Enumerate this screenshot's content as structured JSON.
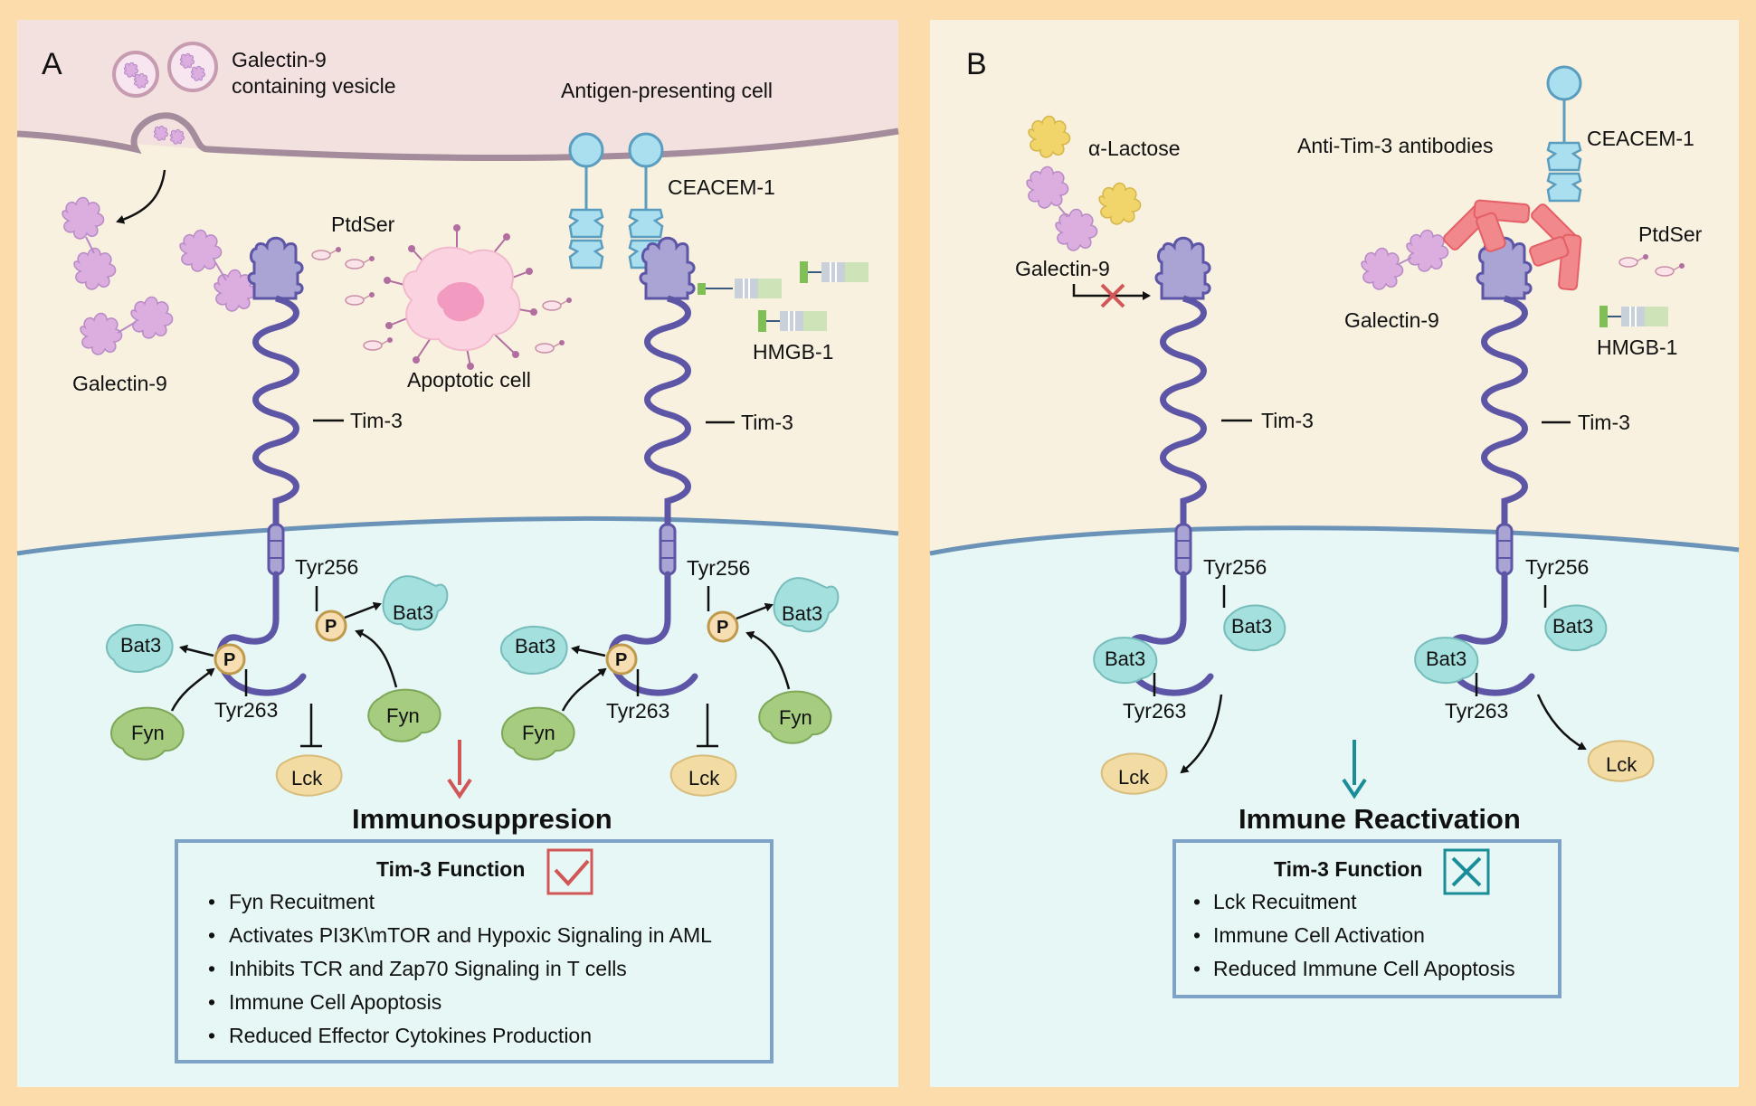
{
  "panel_a": {
    "letter": "A",
    "vesicle_label_1": "Galectin-9",
    "vesicle_label_2": "containing vesicle",
    "apc_label": "Antigen-presenting cell",
    "galectin9": "Galectin-9",
    "ptdser": "PtdSer",
    "apoptotic_cell": "Apoptotic cell",
    "ceacem1": "CEACEM-1",
    "hmgb1": "HMGB-1",
    "tim3_left": "Tim-3",
    "tim3_right": "Tim-3",
    "tyr256_left": "Tyr256",
    "tyr256_right": "Tyr256",
    "tyr263_left": "Tyr263",
    "tyr263_right": "Tyr263",
    "bat3_l1": "Bat3",
    "bat3_l2": "Bat3",
    "bat3_r1": "Bat3",
    "bat3_r2": "Bat3",
    "fyn_l1": "Fyn",
    "fyn_l2": "Fyn",
    "fyn_r1": "Fyn",
    "fyn_r2": "Fyn",
    "lck_left": "Lck",
    "lck_right": "Lck",
    "p": "P",
    "outcome": "Immunosuppresion",
    "box_title": "Tim-3 Function",
    "bullet": "•",
    "items": [
      "Fyn Recuitment",
      "Activates PI3K\\mTOR and Hypoxic Signaling in AML",
      "Inhibits TCR and Zap70 Signaling in T cells",
      "Immune Cell Apoptosis",
      "Reduced Effector Cytokines Production"
    ]
  },
  "panel_b": {
    "letter": "B",
    "lactose": "α-Lactose",
    "galectin9_left": "Galectin-9",
    "anti_tim3": "Anti-Tim-3 antibodies",
    "ceacem1": "CEACEM-1",
    "ptdser": "PtdSer",
    "galectin9_right": "Galectin-9",
    "hmgb1": "HMGB-1",
    "tim3_left": "Tim-3",
    "tim3_right": "Tim-3",
    "tyr256_left": "Tyr256",
    "tyr256_right": "Tyr256",
    "tyr263_left": "Tyr263",
    "tyr263_right": "Tyr263",
    "bat3_l1": "Bat3",
    "bat3_l2": "Bat3",
    "bat3_r1": "Bat3",
    "bat3_r2": "Bat3",
    "lck_left": "Lck",
    "lck_right": "Lck",
    "outcome": "Immune Reactivation",
    "box_title": "Tim-3 Function",
    "bullet": "•",
    "items": [
      "Lck Recuitment",
      "Immune Cell Activation",
      "Reduced Immune Cell Apoptosis"
    ]
  },
  "colors": {
    "background": "#fcdcaa",
    "apc": "#f3e1df",
    "extracellular": "#f8f1df",
    "cytoplasm": "#e6f7f5",
    "receptor": "#5d55a6",
    "igv_domain": "#a9a4d3",
    "galectin": "#dcaee0",
    "lactose": "#f1d46a",
    "ceacem": "#aadff0",
    "bat3": "#a3e0de",
    "fyn": "#a6cd7f",
    "lck": "#f2dca4",
    "phospho": "#f6deb2",
    "antibody": "#f0888c",
    "box_border": "#7fa2c7",
    "red_arrow": "#d15757",
    "teal_arrow": "#1b8d98"
  }
}
